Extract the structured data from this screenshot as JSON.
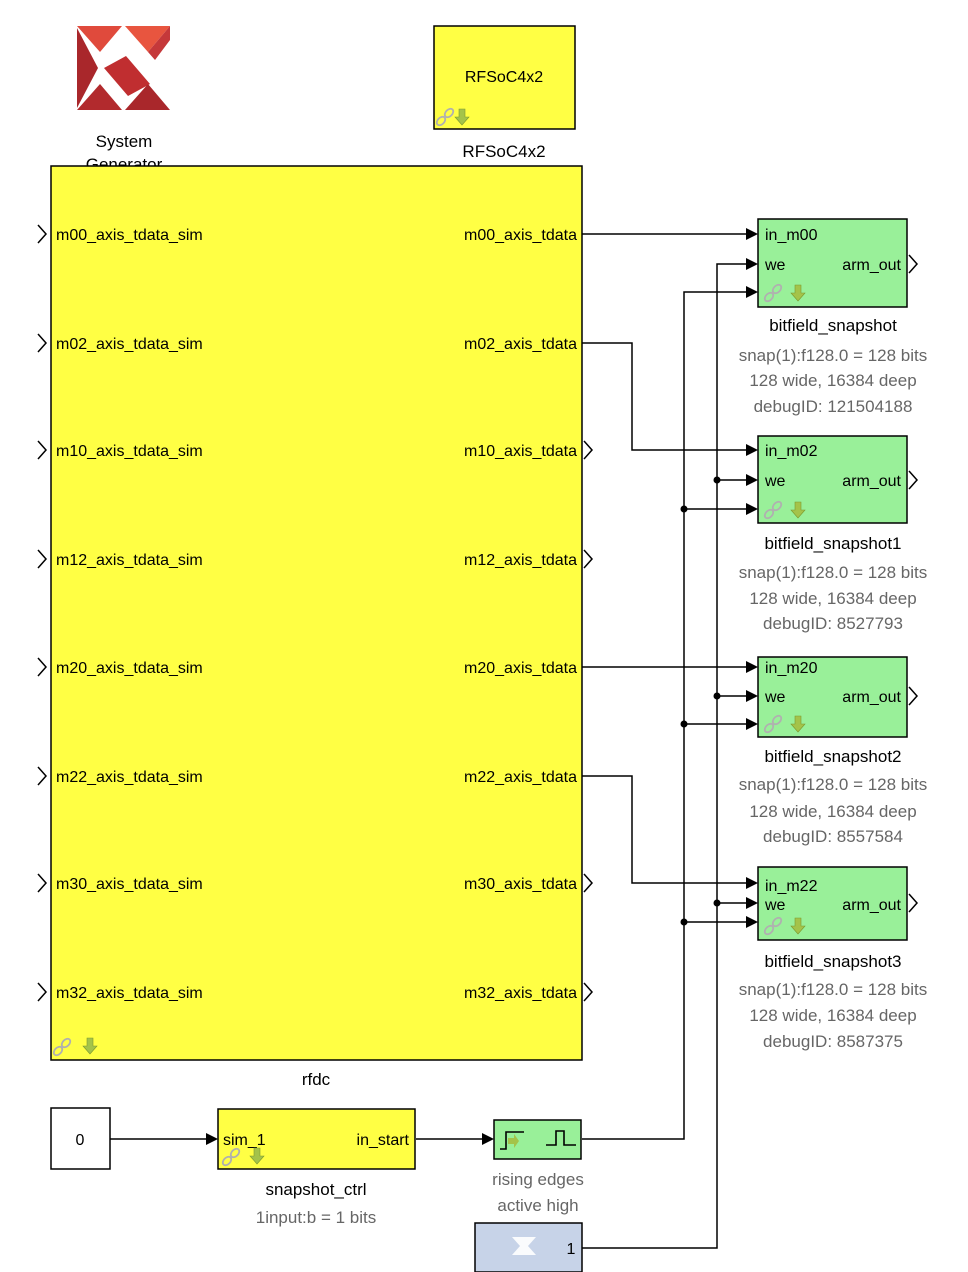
{
  "colors": {
    "rfdc_fill": "#ffff44",
    "snapshot_fill": "#99f099",
    "constant_fill": "#ffffff",
    "sysgen_block_fill": "#c7d3e8",
    "wire": "#000000",
    "info_text": "#666666",
    "xilinx_logo": "#d6322d"
  },
  "icons": {
    "library_link": "link-icon",
    "down_arrow": "green-down-arrow-icon",
    "xilinx_logo": "xilinx-logo-icon",
    "edge_detect": "pulse-waveform-icon"
  },
  "system_generator": {
    "label_line1": "System",
    "label_line2": "Generator"
  },
  "platform": {
    "block_text": "RFSoC4x2",
    "caption": "RFSoC4x2"
  },
  "rfdc": {
    "caption": "rfdc",
    "inputs": [
      "m00_axis_tdata_sim",
      "m02_axis_tdata_sim",
      "m10_axis_tdata_sim",
      "m12_axis_tdata_sim",
      "m20_axis_tdata_sim",
      "m22_axis_tdata_sim",
      "m30_axis_tdata_sim",
      "m32_axis_tdata_sim"
    ],
    "outputs": [
      "m00_axis_tdata",
      "m02_axis_tdata",
      "m10_axis_tdata",
      "m12_axis_tdata",
      "m20_axis_tdata",
      "m22_axis_tdata",
      "m30_axis_tdata",
      "m32_axis_tdata"
    ]
  },
  "snapshots": [
    {
      "in_port": "in_m00",
      "we_port": "we",
      "out_port": "arm_out",
      "name": "bitfield_snapshot",
      "info1": "snap(1):f128.0 = 128 bits",
      "info2": "128 wide, 16384 deep",
      "info3": "debugID: 121504188"
    },
    {
      "in_port": "in_m02",
      "we_port": "we",
      "out_port": "arm_out",
      "name": "bitfield_snapshot1",
      "info1": "snap(1):f128.0 = 128 bits",
      "info2": "128 wide, 16384 deep",
      "info3": "debugID: 8527793"
    },
    {
      "in_port": "in_m20",
      "we_port": "we",
      "out_port": "arm_out",
      "name": "bitfield_snapshot2",
      "info1": "snap(1):f128.0 = 128 bits",
      "info2": "128 wide, 16384 deep",
      "info3": "debugID: 8557584"
    },
    {
      "in_port": "in_m22",
      "we_port": "we",
      "out_port": "arm_out",
      "name": "bitfield_snapshot3",
      "info1": "snap(1):f128.0 = 128 bits",
      "info2": "128 wide, 16384 deep",
      "info3": "debugID: 8587375"
    }
  ],
  "constant": {
    "value": "0"
  },
  "snapshot_ctrl": {
    "in_port": "sim_1",
    "out_port": "in_start",
    "caption": "snapshot_ctrl",
    "info": "1input:b = 1 bits"
  },
  "edge_detect": {
    "caption_line1": "rising edges",
    "caption_line2": "active high"
  },
  "xilinx_constant": {
    "value": "1"
  }
}
